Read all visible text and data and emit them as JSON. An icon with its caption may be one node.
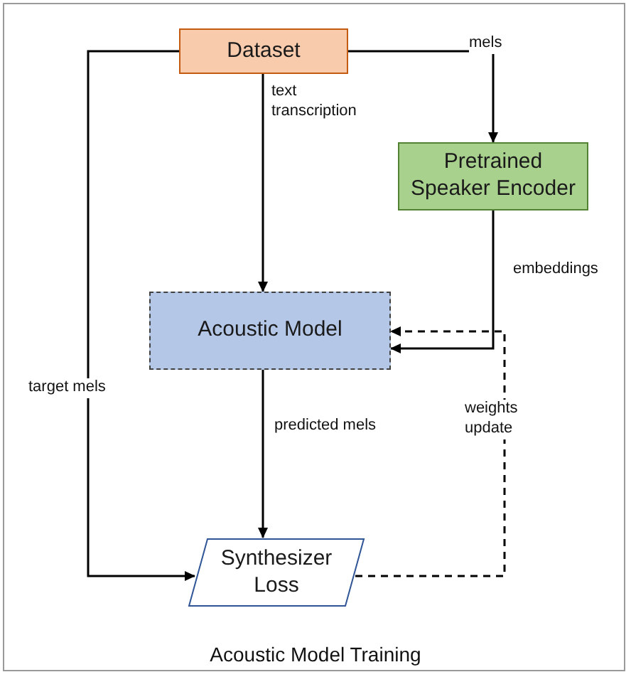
{
  "diagram": {
    "caption": "Acoustic Model Training",
    "nodes": [
      {
        "text": [
          "Dataset"
        ]
      },
      {
        "text": [
          "Pretrained Speaker Encoder"
        ]
      },
      {
        "text": [
          "Acoustic Model"
        ]
      },
      {
        "text": [
          "Synthesizer Loss"
        ]
      }
    ],
    "edges": [
      {
        "from": 0,
        "to": 1,
        "arrow": "to",
        "label": "mels"
      },
      {
        "from": 0,
        "to": 2,
        "arrow": "to",
        "label": "text transcription"
      },
      {
        "from": 1,
        "to": 2,
        "arrow": "to",
        "label": "embeddings"
      },
      {
        "from": 0,
        "to": 3,
        "arrow": "to",
        "label": "target mels"
      },
      {
        "from": 2,
        "to": 3,
        "arrow": "to",
        "label": "predicted mels"
      },
      {
        "from": 3,
        "to": 2,
        "arrow": "to",
        "label": "weights update",
        "style": "dashed"
      }
    ]
  }
}
